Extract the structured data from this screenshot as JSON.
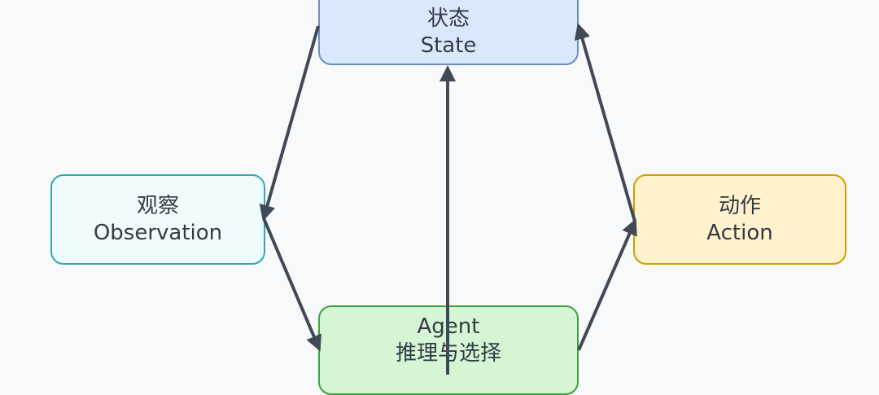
{
  "nodes": {
    "state": {
      "zh": "状态",
      "en": "State"
    },
    "observation": {
      "zh": "观察",
      "en": "Observation"
    },
    "action": {
      "zh": "动作",
      "en": "Action"
    },
    "agent": {
      "en": "Agent",
      "zh": "推理与选择"
    }
  },
  "colors": {
    "edge": "#414956",
    "state_fill": "#dae8fc",
    "observation_fill": "#effcfd",
    "action_fill": "#fff2cc",
    "agent_fill": "#d5f5d5"
  }
}
